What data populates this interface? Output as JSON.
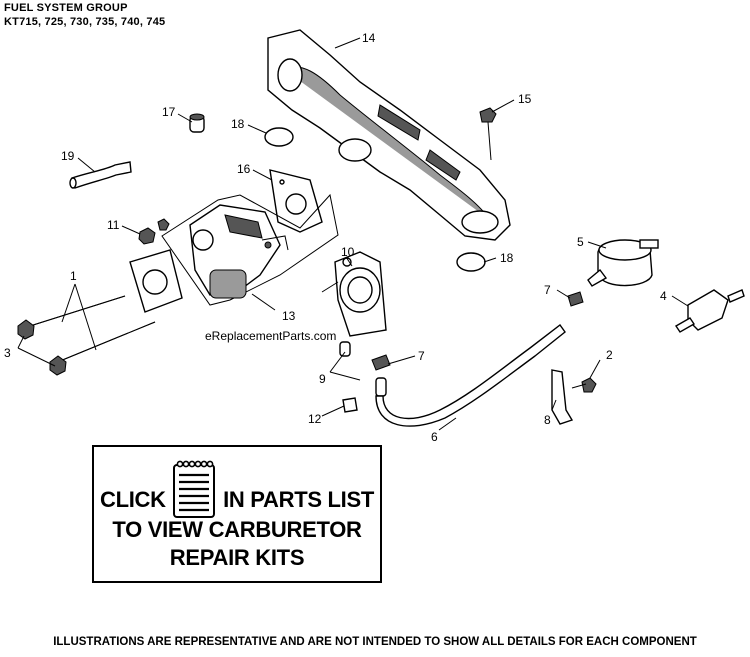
{
  "header": {
    "title": "FUEL SYSTEM GROUP",
    "models": "KT715, 725, 730, 735, 740, 745"
  },
  "callouts": [
    "1",
    "2",
    "3",
    "4",
    "5",
    "6",
    "7",
    "8",
    "9",
    "10",
    "11",
    "12",
    "13",
    "14",
    "15",
    "16",
    "17",
    "18",
    "19"
  ],
  "watermark": "eReplacementParts.com",
  "click_box": {
    "click": "CLICK",
    "in_parts_list": "IN PARTS LIST",
    "line2": "TO VIEW CARBURETOR",
    "line3": "REPAIR KITS",
    "icon": "parts-list-icon"
  },
  "footer": "ILLUSTRATIONS ARE REPRESENTATIVE AND ARE NOT INTENDED TO SHOW ALL DETAILS FOR EACH COMPONENT"
}
